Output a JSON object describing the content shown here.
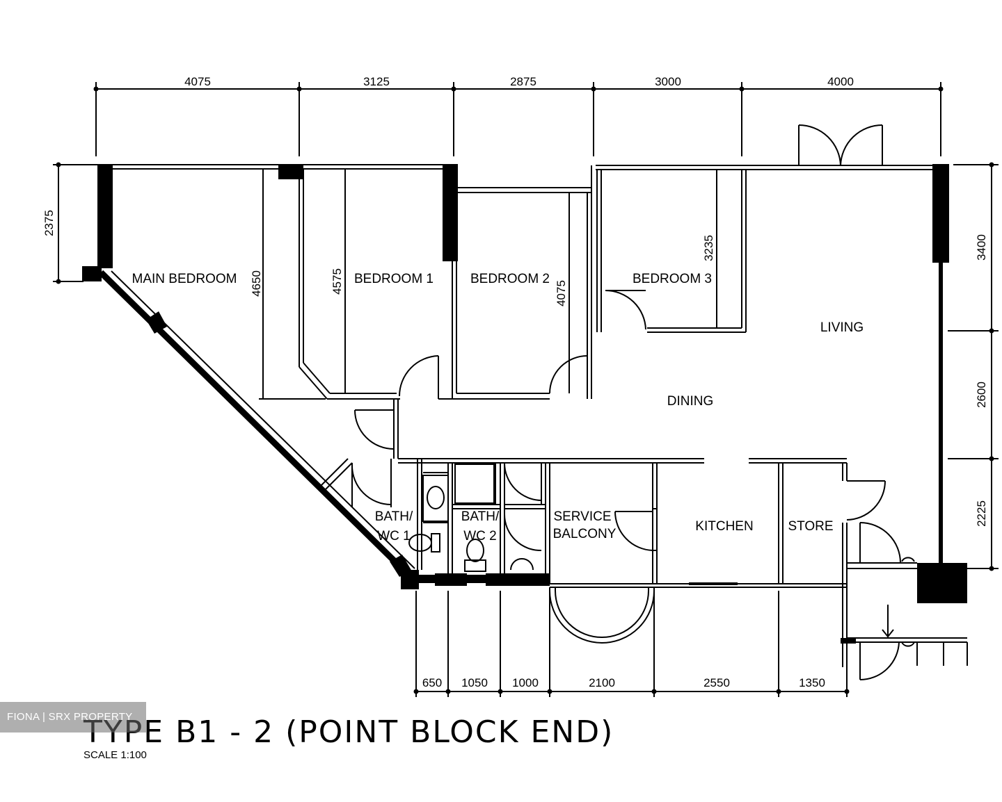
{
  "plan": {
    "title": "TYPE B1 - 2 (POINT BLOCK END)",
    "scale": "SCALE 1:100",
    "watermark": "FIONA | SRX PROPERTY",
    "top_dimensions": [
      "4075",
      "3125",
      "2875",
      "3000",
      "4000"
    ],
    "left_dimension": "2375",
    "right_dimensions": [
      "3400",
      "2600",
      "2225"
    ],
    "bottom_dimensions": [
      "650",
      "1050",
      "1000",
      "2100",
      "2550",
      "1350"
    ],
    "inner_dimensions": {
      "main_bedroom": "4650",
      "bedroom_1": "4575",
      "bedroom_2": "4075",
      "bedroom_3": "3235"
    },
    "rooms": {
      "main_bedroom": "MAIN BEDROOM",
      "bedroom_1": "BEDROOM 1",
      "bedroom_2": "BEDROOM 2",
      "bedroom_3": "BEDROOM 3",
      "living": "LIVING",
      "dining": "DINING",
      "bath1_line1": "BATH/",
      "bath1_line2": "WC 1",
      "bath2_line1": "BATH/",
      "bath2_line2": "WC 2",
      "service_line1": "SERVICE",
      "service_line2": "BALCONY",
      "kitchen": "KITCHEN",
      "store": "STORE"
    }
  }
}
